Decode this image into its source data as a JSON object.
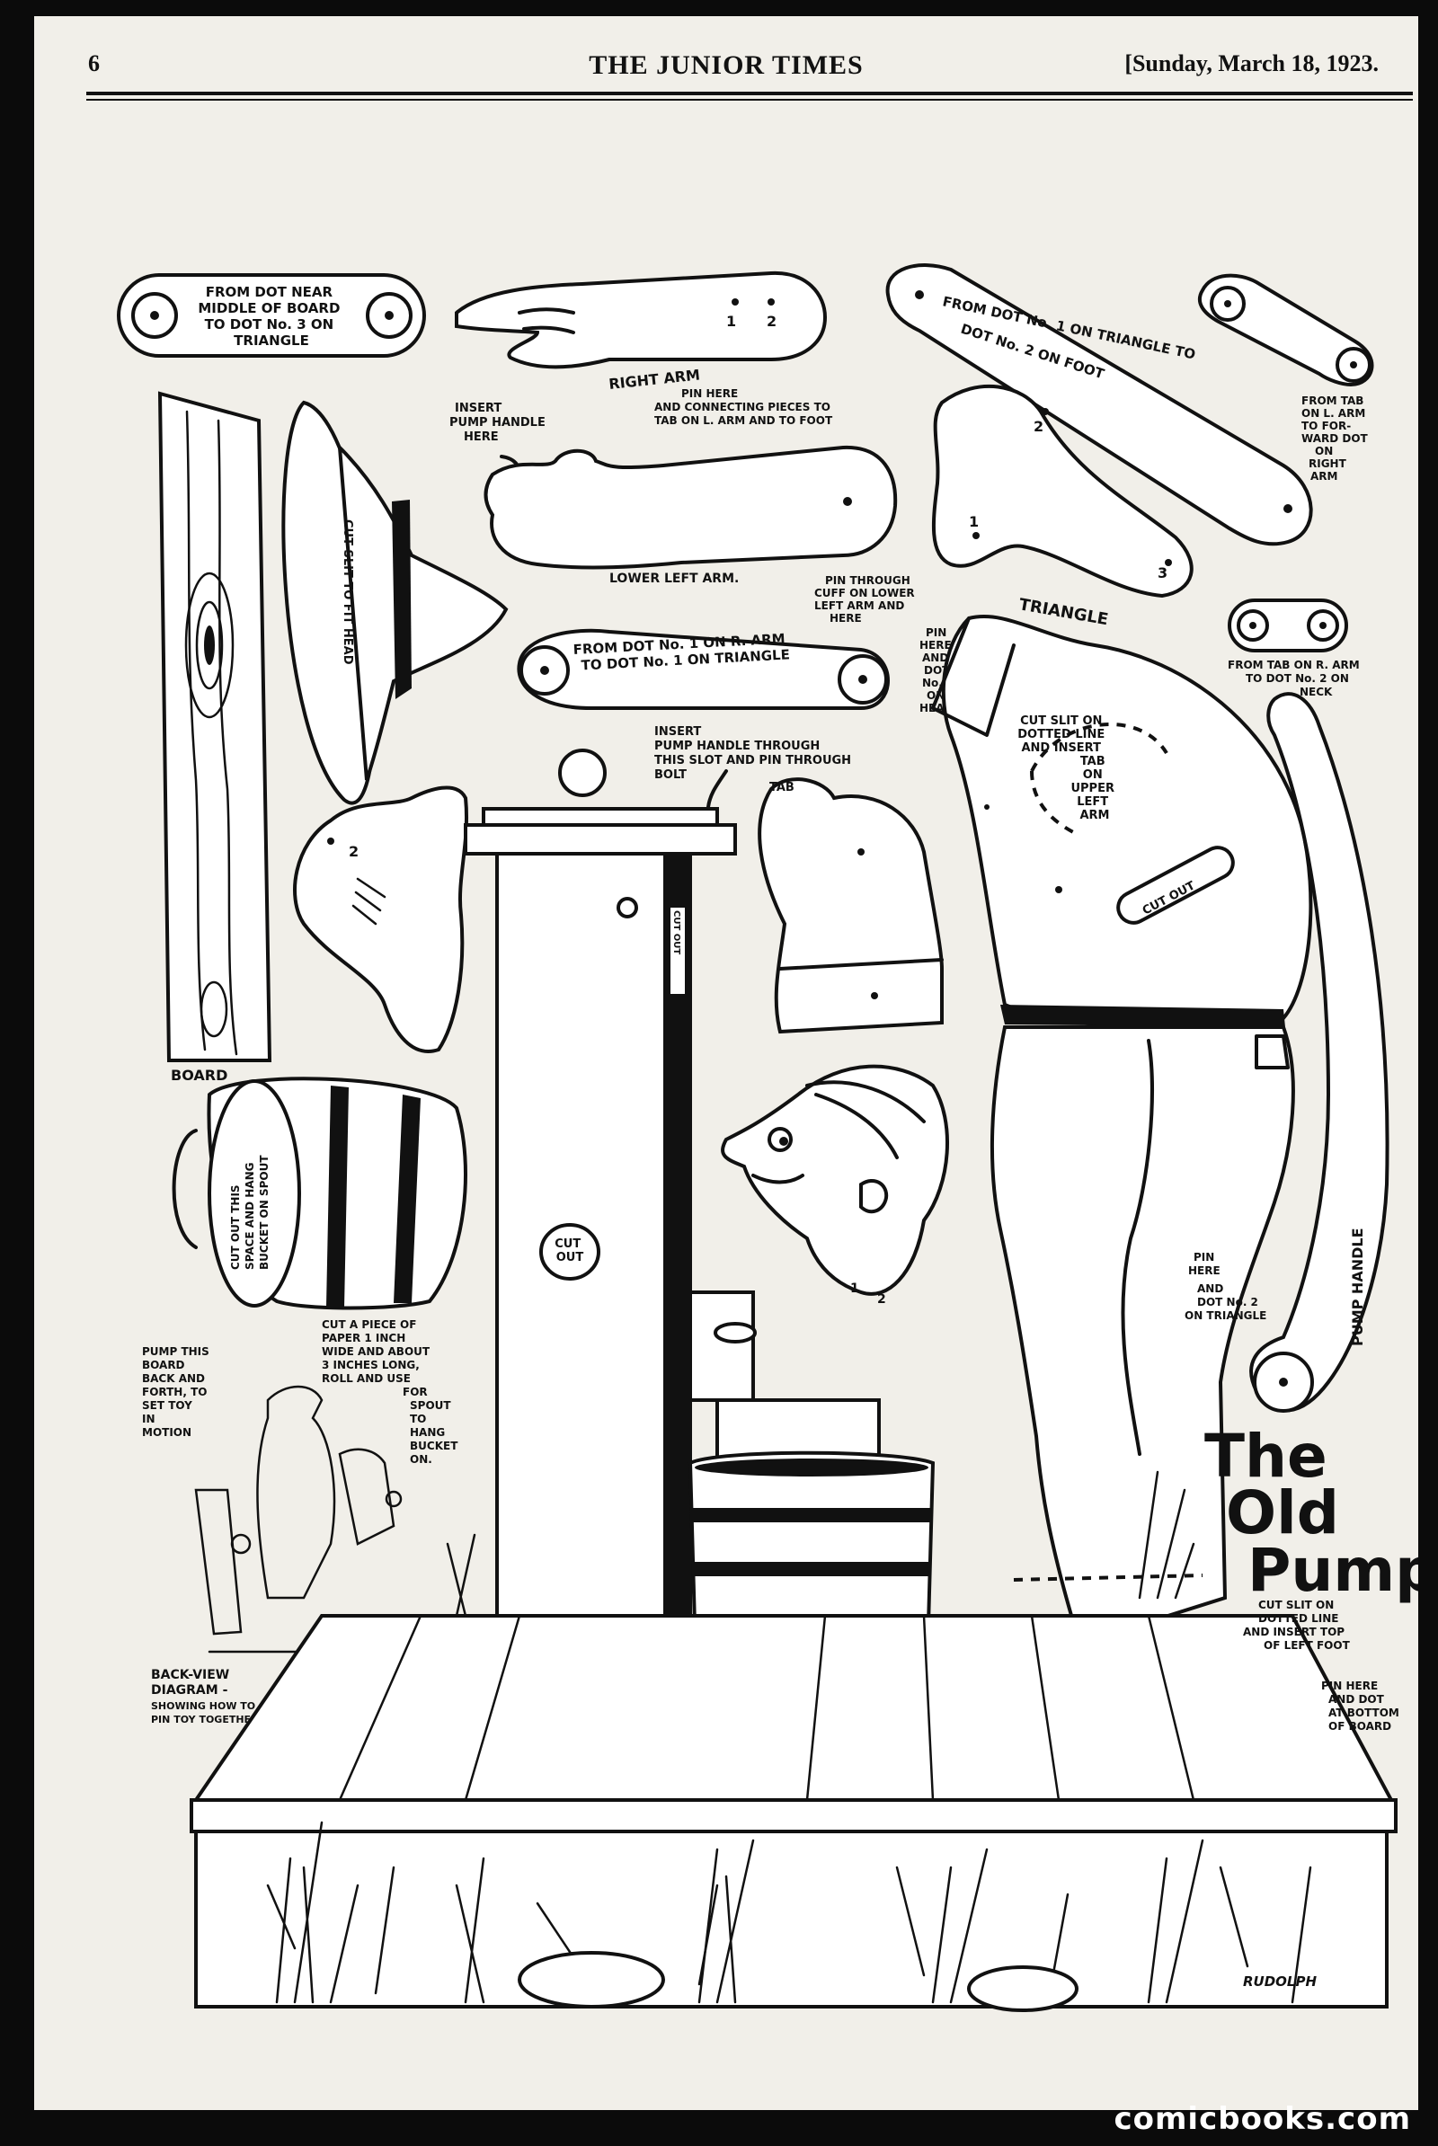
{
  "header": {
    "page_number": "6",
    "paper_name": "THE JUNIOR TIMES",
    "date": "[Sunday, March 18, 1923."
  },
  "title": {
    "line1": "The",
    "line2": "Old",
    "line3": "Pump"
  },
  "labels": {
    "strip_top_left": [
      "FROM DOT NEAR",
      "MIDDLE OF BOARD",
      "TO DOT No. 3 ON",
      "TRIANGLE"
    ],
    "right_arm": "RIGHT ARM",
    "pin_here_connecting": [
      "PIN HERE",
      "AND CONNECTING PIECES TO",
      "TAB ON L. ARM AND TO FOOT"
    ],
    "strip_triangle_foot": [
      "FROM DOT No. 1 ON TRIANGLE TO",
      "DOT No. 2 ON FOOT"
    ],
    "from_tab_l_arm": [
      "FROM TAB",
      "ON L. ARM",
      "TO FOR-",
      "WARD DOT",
      "ON",
      "RIGHT",
      "ARM"
    ],
    "insert_pump_handle_here": [
      "INSERT",
      "PUMP HANDLE",
      "HERE"
    ],
    "cut_slit_hat": "CUT SLIT TO FIT HEAD",
    "lower_left_arm": "LOWER LEFT ARM.",
    "pin_through_cuff": [
      "PIN THROUGH",
      "CUFF ON LOWER",
      "LEFT ARM AND",
      "HERE"
    ],
    "triangle": "TRIANGLE",
    "strip_r_arm": [
      "FROM DOT No. 1 ON R. ARM",
      "TO DOT No. 1 ON TRIANGLE"
    ],
    "pin_here_head": [
      "PIN",
      "HERE",
      "AND",
      "DOT",
      "No. 1",
      "ON",
      "HEAD"
    ],
    "from_tab_r_arm": [
      "FROM TAB ON R. ARM",
      "TO DOT No. 2 ON",
      "NECK"
    ],
    "insert_pump_slot": [
      "INSERT",
      "PUMP HANDLE THROUGH",
      "THIS SLOT AND PIN THROUGH",
      "BOLT"
    ],
    "tab": "TAB",
    "cut_slit_body": [
      "CUT SLIT ON",
      "DOTTED LINE",
      "AND INSERT",
      "TAB",
      "ON",
      "UPPER",
      "LEFT",
      "ARM"
    ],
    "cut_out": "CUT OUT",
    "cut_out_round": [
      "CUT",
      "OUT"
    ],
    "board": "BOARD",
    "bucket": [
      "CUT OUT THIS",
      "SPACE AND HANG",
      "BUCKET ON SPOUT"
    ],
    "pump_this_board": [
      "PUMP THIS",
      "BOARD",
      "BACK AND",
      "FORTH, TO",
      "SET TOY",
      "IN",
      "MOTION"
    ],
    "cut_paper": [
      "CUT A PIECE OF",
      "PAPER 1 INCH",
      "WIDE AND ABOUT",
      "3 INCHES LONG,",
      "ROLL AND USE",
      "FOR",
      "SPOUT",
      "TO",
      "HANG",
      "BUCKET",
      "ON."
    ],
    "back_view": [
      "BACK-VIEW",
      "DIAGRAM -",
      "SHOWING HOW TO",
      "PIN TOY TOGETHER"
    ],
    "pin_here_dot2": [
      "PIN",
      "HERE",
      "AND",
      "DOT No. 2",
      "ON TRIANGLE"
    ],
    "pump_handle": "PUMP HANDLE",
    "cut_slit_foot": [
      "CUT SLIT ON",
      "DOTTED LINE",
      "AND INSERT TOP",
      "OF LEFT FOOT"
    ],
    "pin_here_bottom": [
      "PIN HERE",
      "AND DOT",
      "AT BOTTOM",
      "OF BOARD"
    ],
    "artist": "RUDOLPH",
    "dot_numbers": {
      "one": "1",
      "two": "2",
      "three": "3"
    }
  },
  "watermark": "comicbooks.com"
}
